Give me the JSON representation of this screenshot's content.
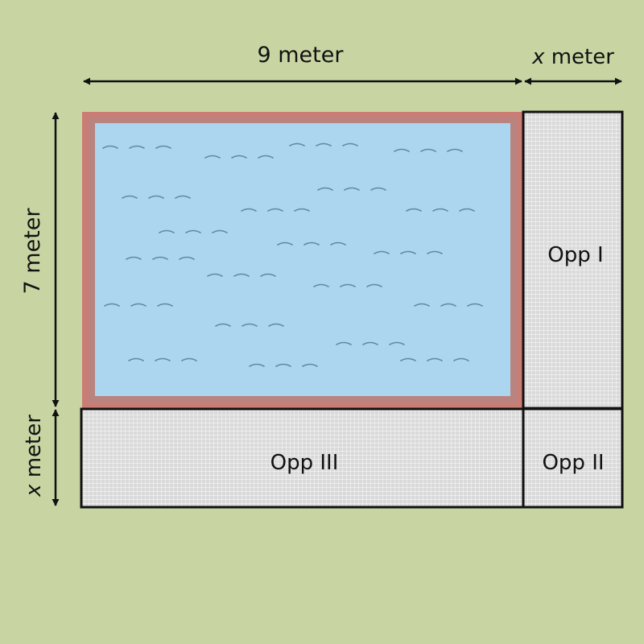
{
  "colors": {
    "background": "#c8d5a3",
    "pool_border": "#c97d74",
    "pool_inner_border": "#b9847f",
    "water": "#acd6f0",
    "wave": "#5f8aa4",
    "tile_fill": "#d9d9d9",
    "tile_grid": "#ffffff",
    "outline": "#111111"
  },
  "labels": {
    "top_length_value": "9 meter",
    "top_x_var": "x",
    "top_x_unit": " meter",
    "left_length_value": "7 meter",
    "left_x_var": "x",
    "left_x_unit": " meter",
    "area_1": "Opp I",
    "area_2": "Opp II",
    "area_3": "Opp III"
  }
}
